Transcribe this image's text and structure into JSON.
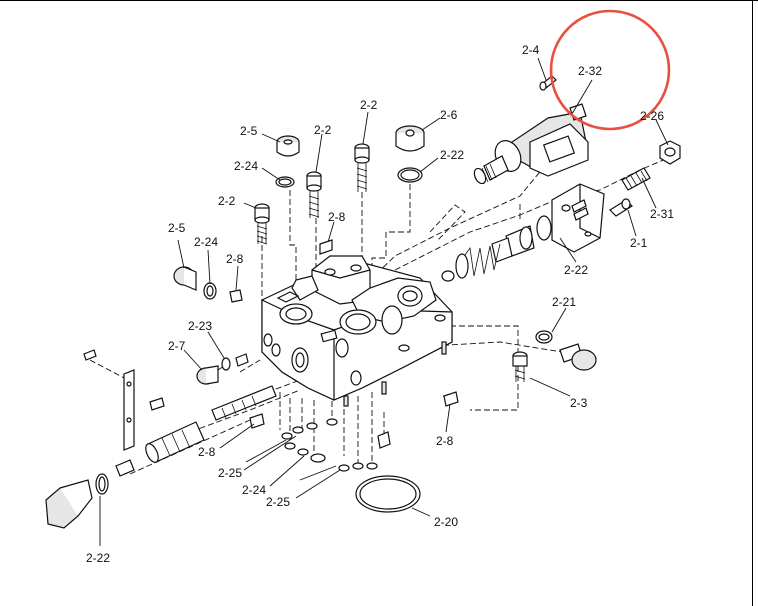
{
  "highlight": {
    "color": "#e8503f"
  },
  "labels": {
    "l_2_4": "2-4",
    "l_2_32": "2-32",
    "l_2_26": "2-26",
    "l_2_2a": "2-2",
    "l_2_6": "2-6",
    "l_2_5a": "2-5",
    "l_2_2b": "2-2",
    "l_2_22a": "2-22",
    "l_2_24a": "2-24",
    "l_2_2c": "2-2",
    "l_2_8a": "2-8",
    "l_2_31": "2-31",
    "l_2_1": "2-1",
    "l_2_5b": "2-5",
    "l_2_24b": "2-24",
    "l_2_8b": "2-8",
    "l_2_22b": "2-22",
    "l_2_21": "2-21",
    "l_2_23": "2-23",
    "l_2_7": "2-7",
    "l_2_3": "2-3",
    "l_2_8c": "2-8",
    "l_2_8d": "2-8",
    "l_2_25a": "2-25",
    "l_2_24c": "2-24",
    "l_2_25b": "2-25",
    "l_2_20": "2-20",
    "l_2_22c": "2-22"
  }
}
